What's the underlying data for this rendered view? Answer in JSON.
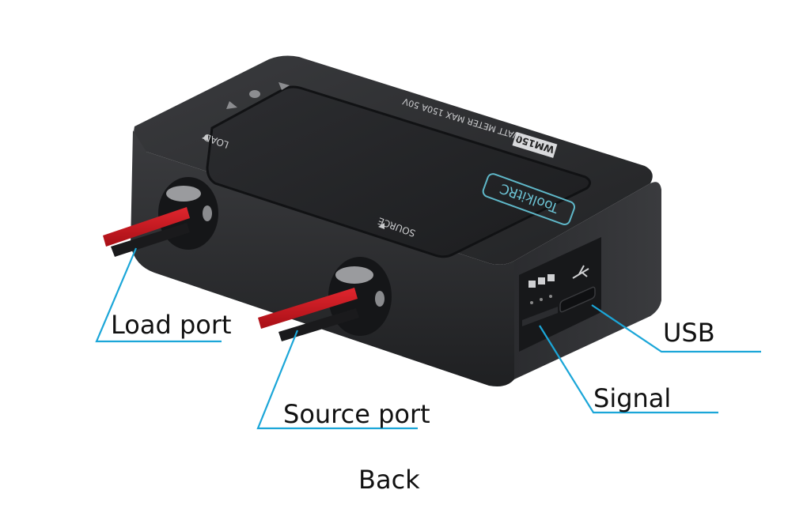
{
  "device": {
    "model_badge": "WM150",
    "model_desc": "WATT METER  MAX 150A 50V",
    "brand": "ToolkitRC",
    "port_load": "LOAD",
    "port_source": "SOURCE"
  },
  "callouts": {
    "load_port": "Load port",
    "source_port": "Source port",
    "usb": "USB",
    "signal": "Signal"
  },
  "caption": "Back",
  "colors": {
    "leader_line": "#1ba6d8",
    "cable_red": "#c8141c",
    "body_dark": "#2a2b2d"
  }
}
